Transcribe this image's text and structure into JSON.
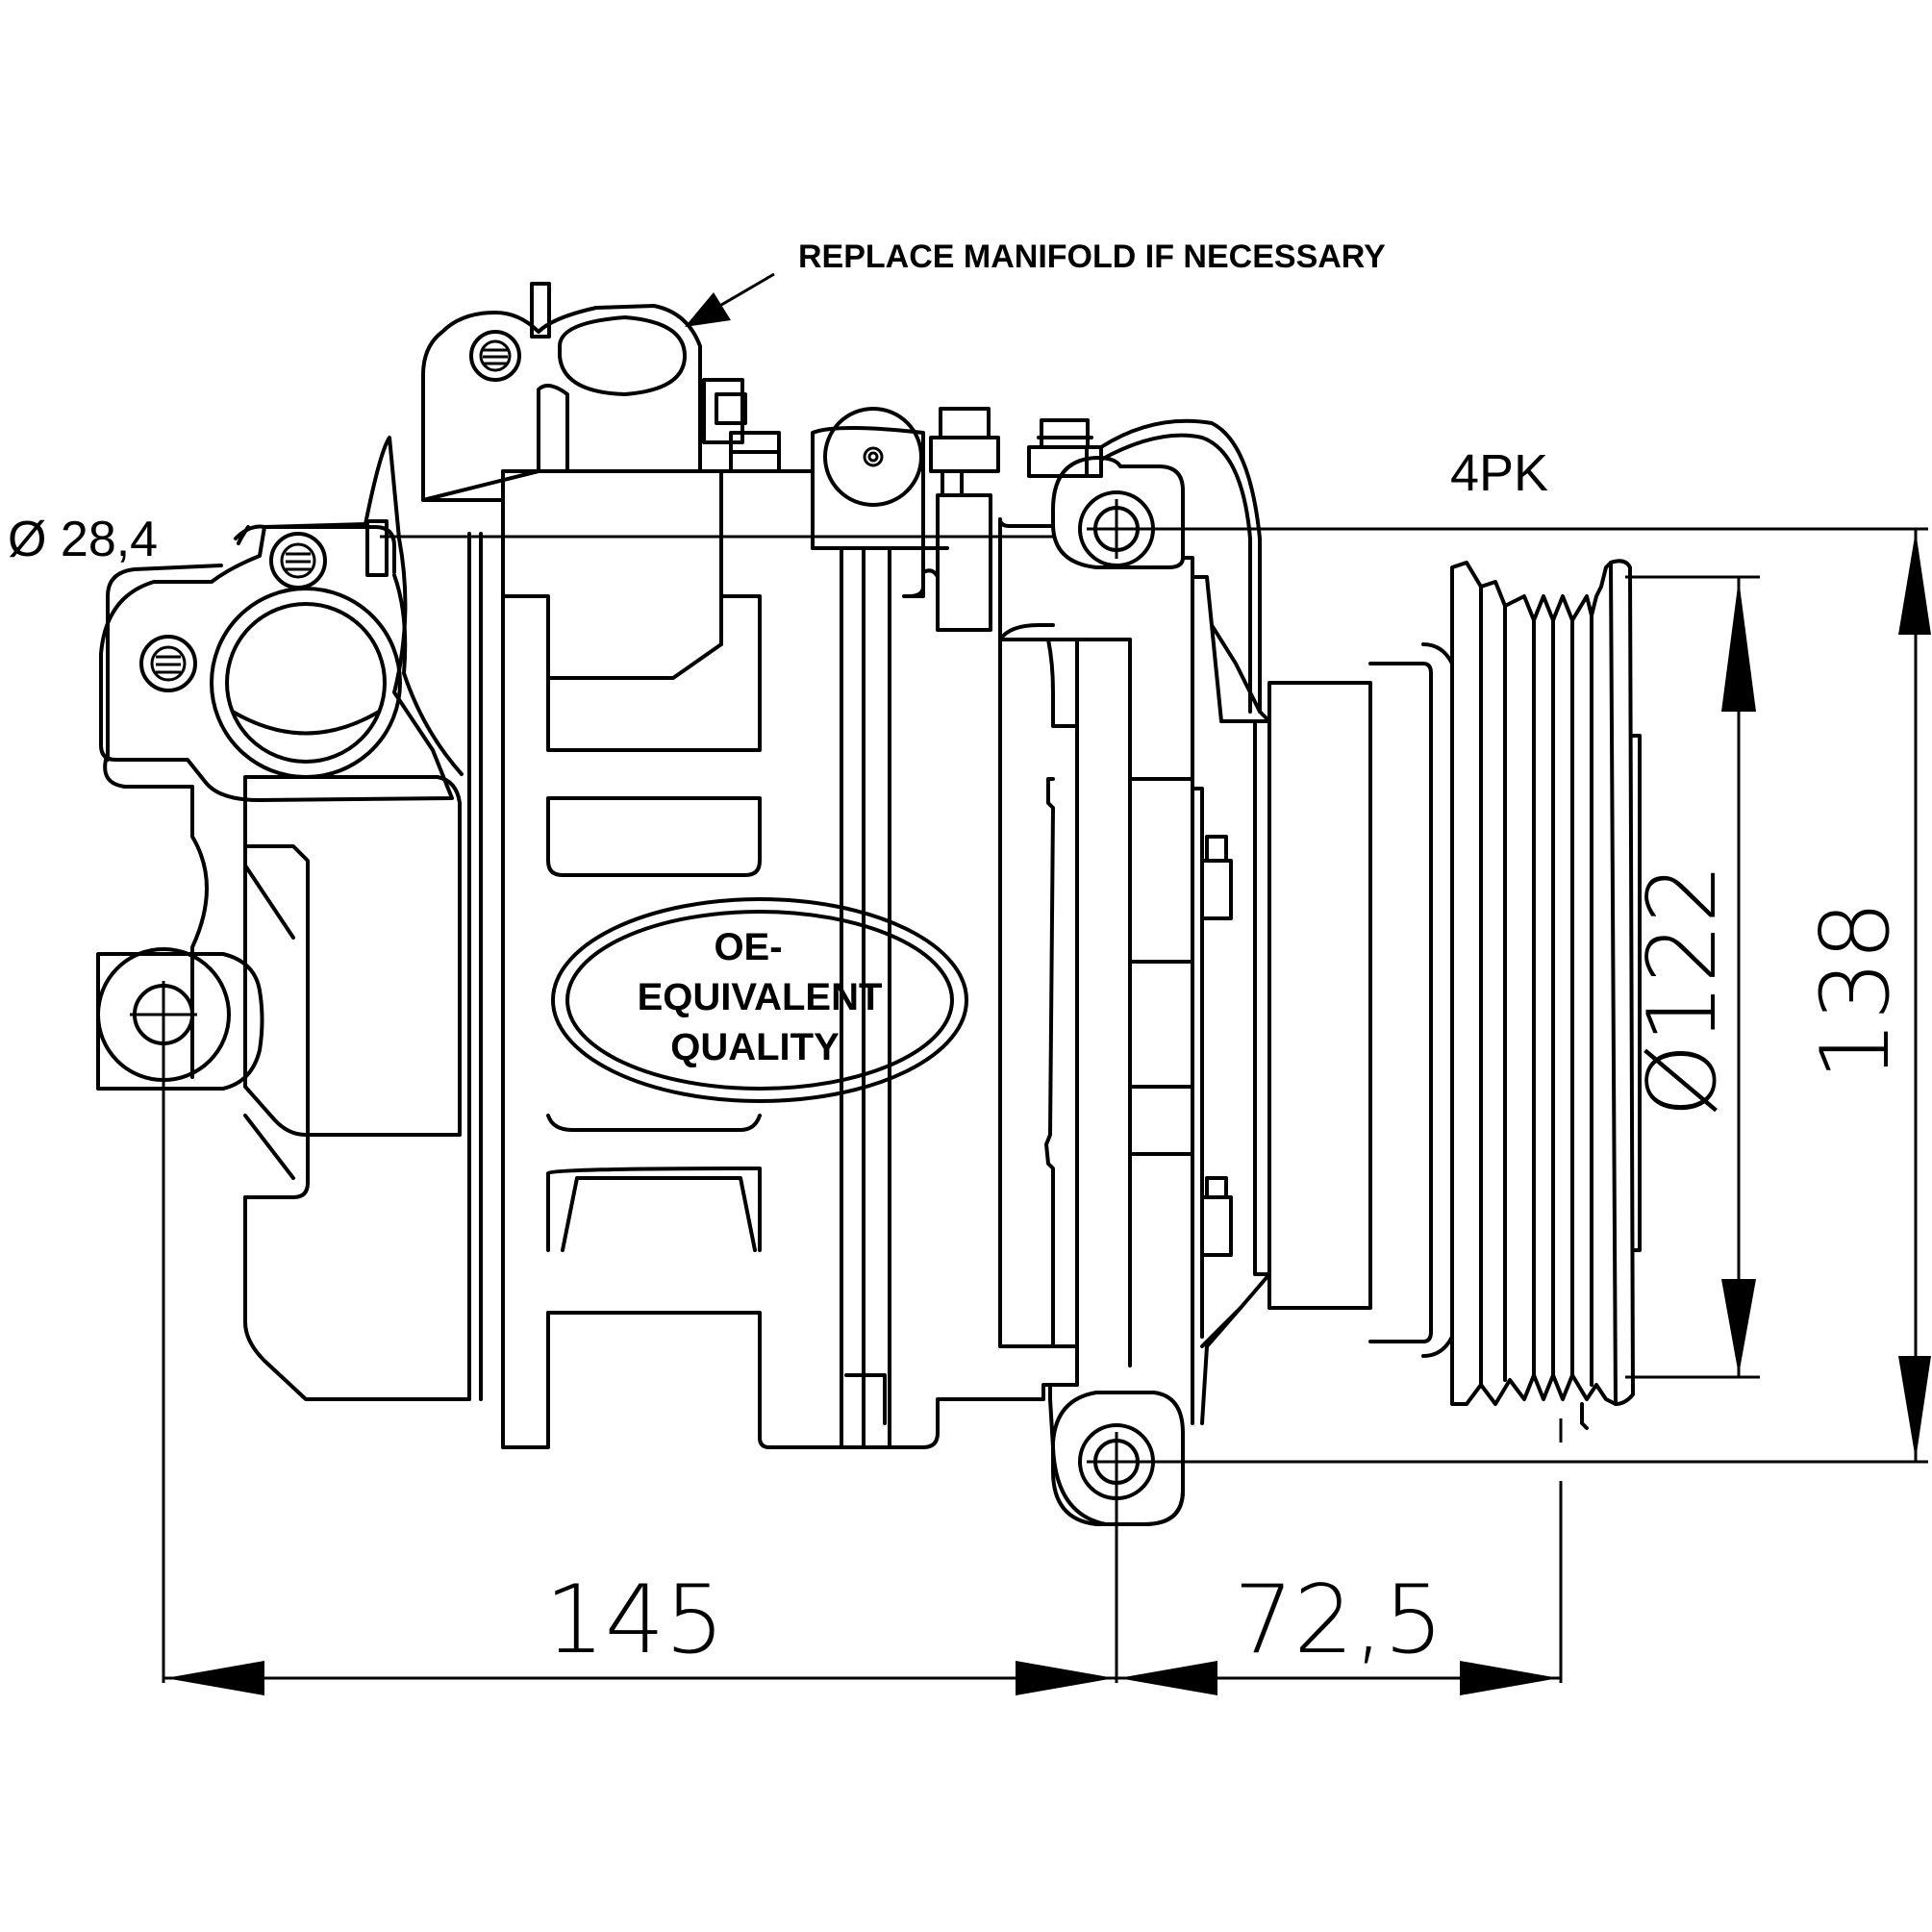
{
  "annotations": {
    "manifold_note": "REPLACE MANIFOLD IF NECESSARY",
    "port_diameter": "Ø 28,4",
    "belt_profile": "4PK"
  },
  "badge": {
    "line1": "OE-",
    "line2": "EQUIVALENT",
    "line3": "QUALITY"
  },
  "dimensions": {
    "mount_width": "145",
    "pulley_offset": "72,5",
    "pulley_diameter": "Ø122",
    "mount_height": "138"
  }
}
